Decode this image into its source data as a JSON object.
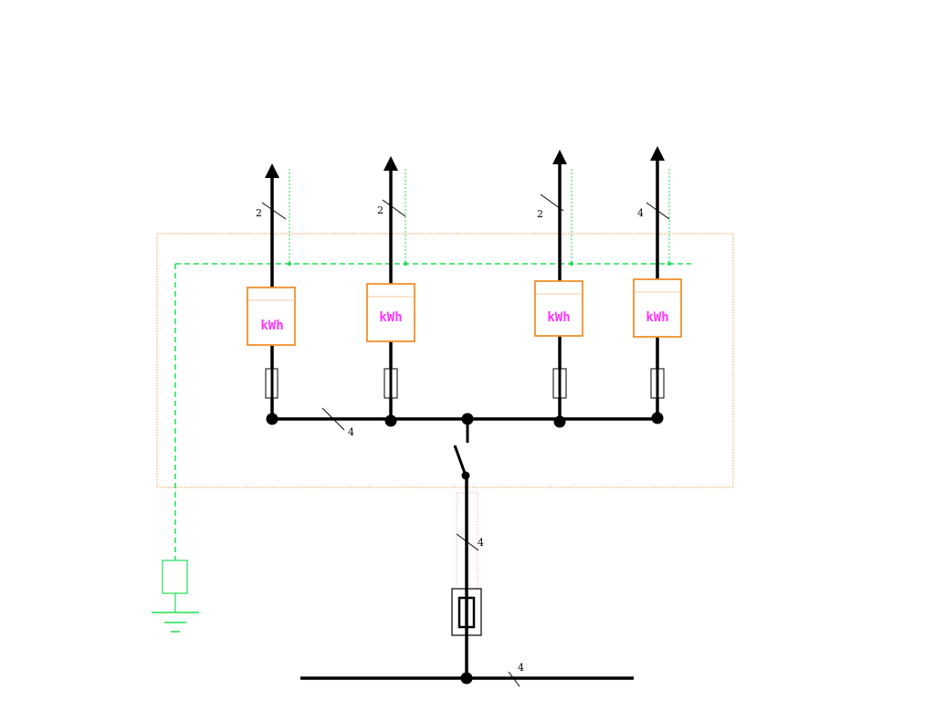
{
  "meter_label": "kWh",
  "wire_counts": {
    "feeder_1": "2",
    "feeder_2": "2",
    "feeder_3": "2",
    "feeder_4": "4",
    "busbar": "4",
    "incoming": "4",
    "main_line": "4"
  },
  "colors": {
    "wire": "#000000",
    "meter_box": "#f0902c",
    "meter_text": "#ff33ff",
    "earth": "#22dd55",
    "enclosure": "#f0a050",
    "cable_duct": "#f4b8b8"
  }
}
